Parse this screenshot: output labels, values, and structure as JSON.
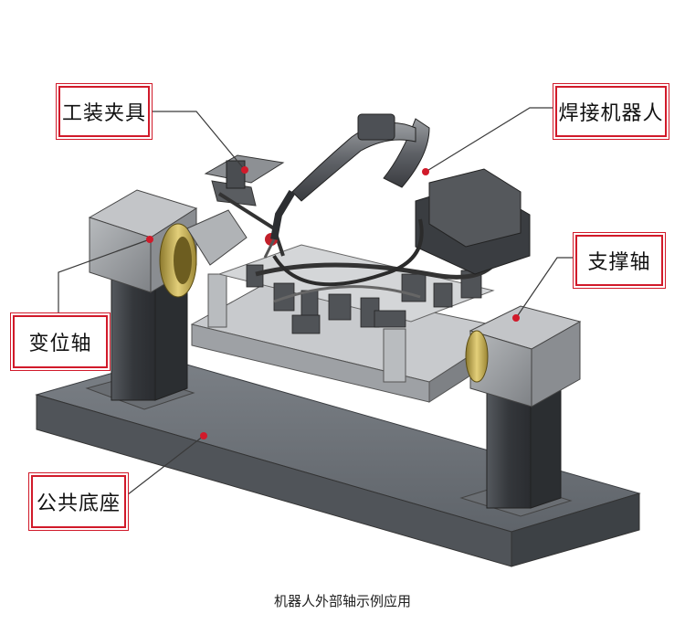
{
  "labels": {
    "fixture": "工装夹具",
    "robot": "焊接机器人",
    "support_axis": "支撑轴",
    "positioner_axis": "变位轴",
    "common_base": "公共底座"
  },
  "caption": "机器人外部轴示例应用",
  "colors": {
    "callout_border": "#d11a2a",
    "leader_line": "#3a3a3a",
    "base": "#555a60",
    "pillar": "#3f4347",
    "housing": "#8a8d90",
    "flange": "#c9b25a"
  }
}
